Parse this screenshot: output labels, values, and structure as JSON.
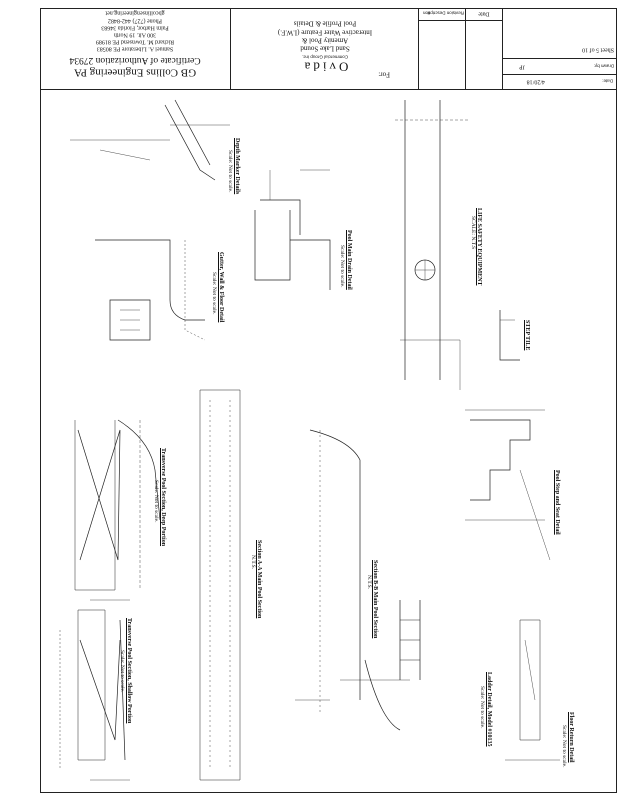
{
  "firm": {
    "name": "GB Collins Engineering PA",
    "certificate": "Certificate of Authorization 27934",
    "engineer_1": "Samuel A. Liberatore PE 80583",
    "engineer_2": "Richard M. Townsend PE 81989",
    "address_1": "300 Alt. 19 North",
    "address_2": "Palm Harbor, Florida 34683",
    "phone": "Phone (727) 442-8482",
    "website": "gbcollinsengineering.net"
  },
  "client": {
    "for_label": "For:",
    "logo_text": "Ovida",
    "logo_sub": "Commercial Group Inc."
  },
  "project": {
    "name_1": "Sand Lake Sound",
    "name_2": "Amenity Pool &",
    "name_3": "Interactive Water Feature (I.W.F.)",
    "subtitle": "Pool Profile & Details"
  },
  "revisions": {
    "header_num": "#",
    "header_desc": "Revision Description",
    "header_date": "Date"
  },
  "sheet_info": {
    "date_label": "Date:",
    "date_value": "4/20/18",
    "drawn_label": "Drawn by:",
    "drawn_value": "JP",
    "sheet_label": "Sheet 5 of 10"
  },
  "details": [
    {
      "id": "transverse-shallow",
      "title": "Transverse Pool Section, Shallow Portion",
      "scale": "Scale: Not to scale."
    },
    {
      "id": "transverse-deep",
      "title": "Transverse Pool Section, Deep Portion",
      "scale": "Scale: Not to scale."
    },
    {
      "id": "gutter-wall-floor",
      "title": "Gutter, Wall & Floor Detail",
      "scale": "Scale: Not to scale."
    },
    {
      "id": "depth-marker",
      "title": "Depth Marker Details",
      "scale": "Scale: Not to scale."
    },
    {
      "id": "pool-main-drain",
      "title": "Pool Main Drain Detail",
      "scale": "Scale: Not to scale."
    },
    {
      "id": "life-safety",
      "title": "LIFE SAFETY EQUIPMENT",
      "scale": "SCALE: N.T.S"
    },
    {
      "id": "step-tile",
      "title": "STEP TILE",
      "scale": ""
    },
    {
      "id": "section-aa",
      "title": "Section A-A Main Pool Section",
      "scale": "N.T.S."
    },
    {
      "id": "section-bb",
      "title": "Section B-B Main Pool Section",
      "scale": "N.T.S."
    },
    {
      "id": "pool-step",
      "title": "Pool Step and Seat Detail",
      "scale": ""
    },
    {
      "id": "ladder",
      "title": "Ladder Detail, Model #10135",
      "scale": "Scale: Not to scale."
    },
    {
      "id": "floor-return",
      "title": "Floor Return Detail",
      "scale": "Scale: Not to scale."
    }
  ]
}
